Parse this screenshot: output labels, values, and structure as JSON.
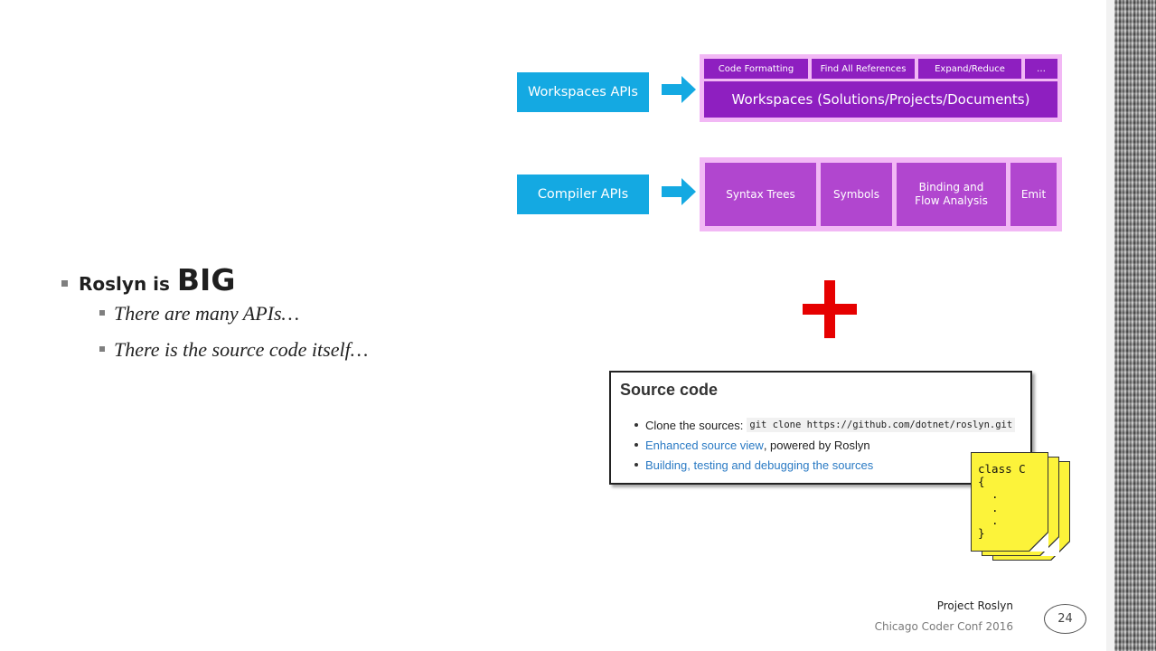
{
  "bullets": {
    "main_prefix": "Roslyn is",
    "main_emphasis": "BIG",
    "sub": [
      "There are many APIs…",
      "There is the source code itself…"
    ]
  },
  "diagram": {
    "workspaces_label": "Workspaces APIs",
    "compiler_label": "Compiler APIs",
    "workspace_features": [
      "Code Formatting",
      "Find All References",
      "Expand/Reduce",
      "…"
    ],
    "workspaces_main": "Workspaces (Solutions/Projects/Documents)",
    "compiler_parts": [
      "Syntax Trees",
      "Symbols",
      "Binding and\nFlow Analysis",
      "Emit"
    ],
    "colors": {
      "api_blue": "#14a9e2",
      "workspace_purple": "#8e1fc0",
      "compiler_purple": "#b146cf",
      "frame_pink": "#f2b8f5"
    }
  },
  "plus_color": "#e60000",
  "source_code": {
    "title": "Source code",
    "item1_prefix": "Clone the sources:",
    "item1_code": "git clone https://github.com/dotnet/roslyn.git",
    "item2_link": "Enhanced source view",
    "item2_suffix": ", powered by Roslyn",
    "item3_link": "Building, testing and debugging the sources"
  },
  "note_code": "class C\n{\n  .\n  .\n  .\n}",
  "footer": {
    "title": "Project Roslyn",
    "conference": "Chicago Coder Conf 2016",
    "page_number": "24"
  }
}
